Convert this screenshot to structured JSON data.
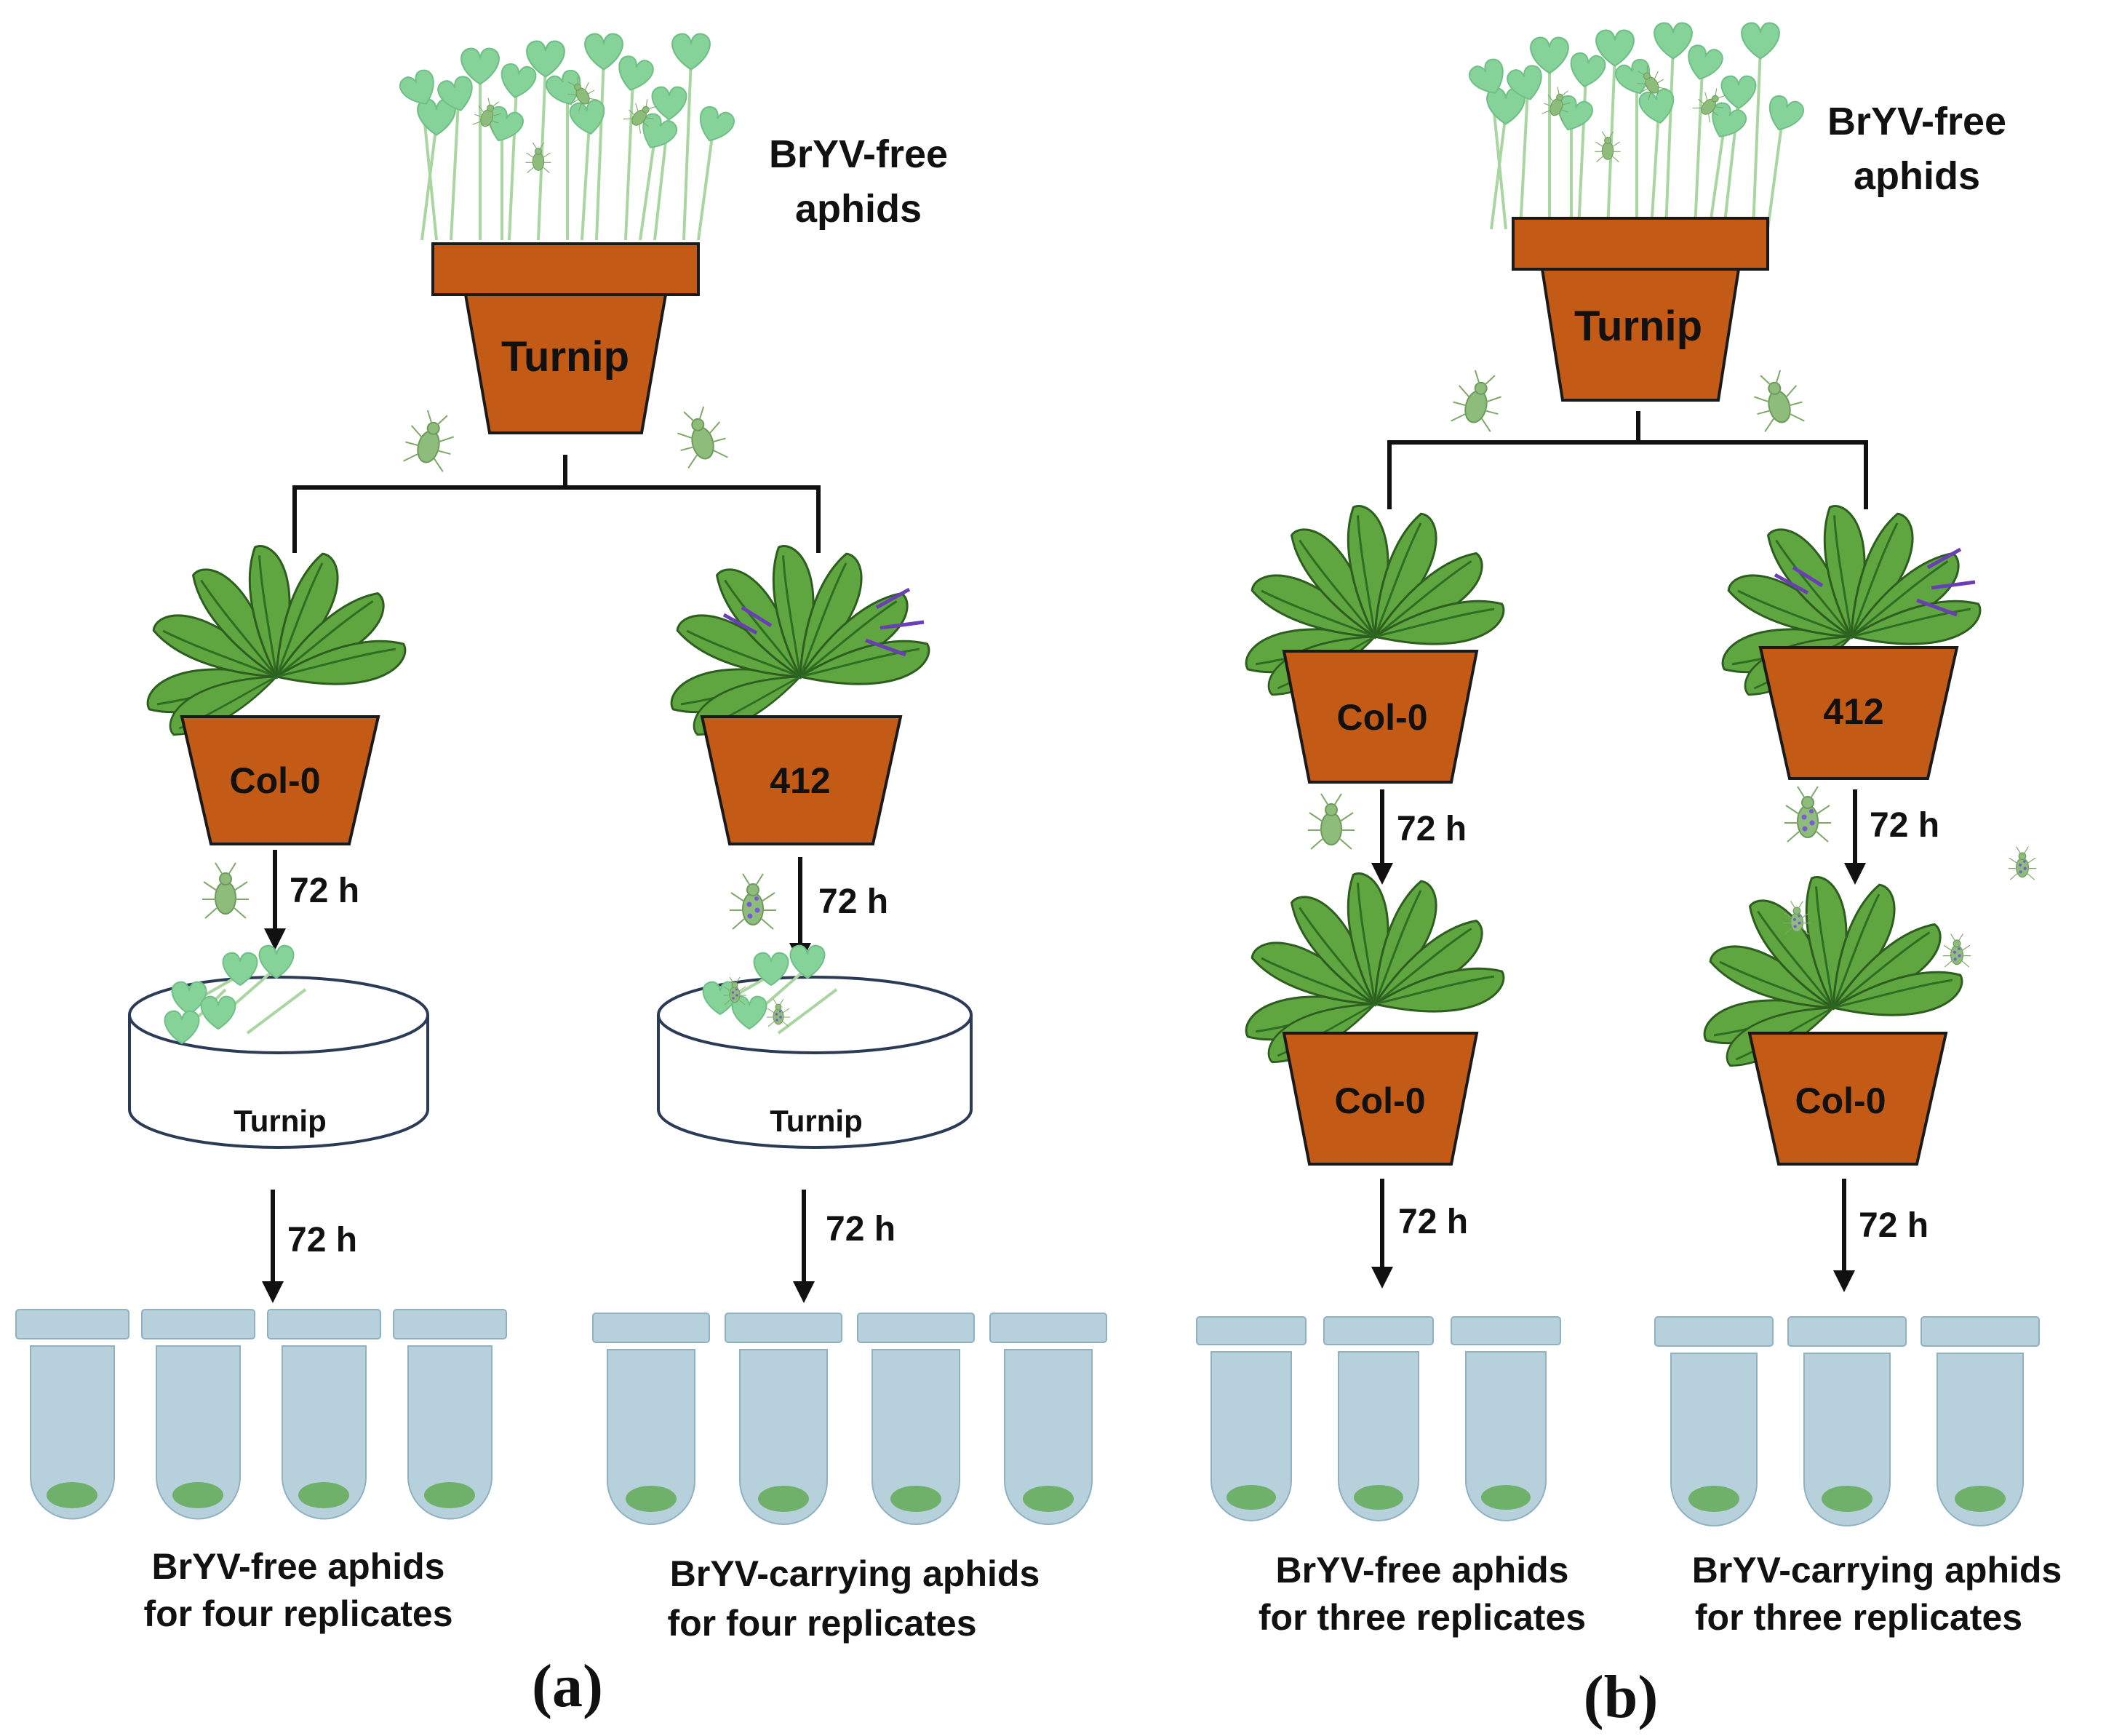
{
  "colors": {
    "pot": "#c35a15",
    "pot_outline": "#1a1a1a",
    "leaf": "#5fa640",
    "leaf_vein": "#2f6d23",
    "seedling": "#86d39a",
    "stem": "#a9d6a0",
    "aphid": "#8ebc7a",
    "virus_vein": "#6a3fb5",
    "virus_dot": "#7a5ad0",
    "tube": "#b7d1dc",
    "tube_edge": "#8fb1c0",
    "dish_edge": "#2b3a55"
  },
  "panel_a": {
    "label": "(a)",
    "source": {
      "pot_label": "Turnip",
      "caption_line1": "BrYV-free",
      "caption_line2": "aphids"
    },
    "left": {
      "pot_label": "Col-0",
      "arrow1_label": "72 h",
      "dish_label": "Turnip",
      "arrow2_label": "72 h",
      "caption_line1": "BrYV-free aphids",
      "caption_line2": "for four replicates",
      "tube_count": 4
    },
    "right": {
      "pot_label": "412",
      "arrow1_label": "72 h",
      "dish_label": "Turnip",
      "arrow2_label": "72 h",
      "caption_line1": "BrYV-carrying aphids",
      "caption_line2": "for four replicates",
      "tube_count": 4
    }
  },
  "panel_b": {
    "label": "(b)",
    "source": {
      "pot_label": "Turnip",
      "caption_line1": "BrYV-free",
      "caption_line2": "aphids"
    },
    "left": {
      "pot1_label": "Col-0",
      "arrow1_label": "72 h",
      "pot2_label": "Col-0",
      "arrow2_label": "72 h",
      "caption_line1": "BrYV-free aphids",
      "caption_line2": "for three replicates",
      "tube_count": 3
    },
    "right": {
      "pot1_label": "412",
      "arrow1_label": "72 h",
      "pot2_label": "Col-0",
      "arrow2_label": "72 h",
      "caption_line1": "BrYV-carrying aphids",
      "caption_line2": "for three replicates",
      "tube_count": 3
    }
  }
}
